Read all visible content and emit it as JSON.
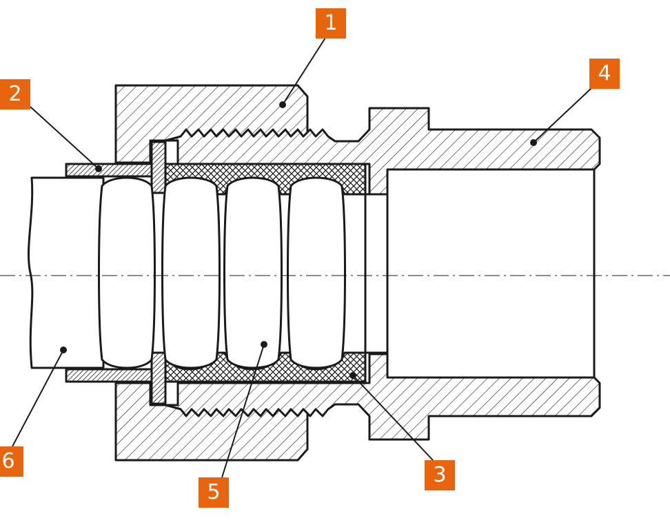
{
  "colors": {
    "callout_bg": "#e8650e",
    "callout_text": "#ffffff",
    "line": "#1a1a1a",
    "background": "#ffffff"
  },
  "callouts": [
    {
      "id": "1",
      "part": "union-nut"
    },
    {
      "id": "2",
      "part": "sleeve"
    },
    {
      "id": "3",
      "part": "seal-insert"
    },
    {
      "id": "4",
      "part": "fitting-body"
    },
    {
      "id": "5",
      "part": "corrugated-pipe"
    },
    {
      "id": "6",
      "part": "pipe-jacket"
    }
  ]
}
